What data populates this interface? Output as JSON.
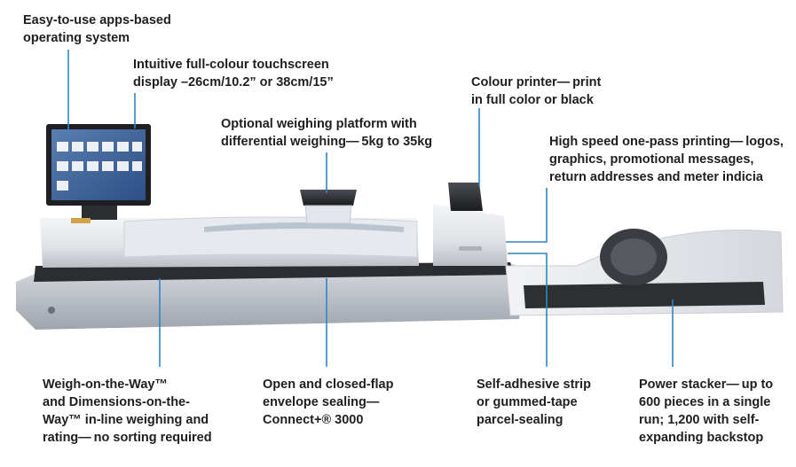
{
  "callouts": {
    "apps_os": "Easy-to-use apps-based\noperating system",
    "touchscreen": "Intuitive full-colour touchscreen\ndisplay –26cm/10.2” or 38cm/15”",
    "weighing_platform": "Optional weighing platform with\ndifferential weighing— 5kg to 35kg",
    "colour_printer": "Colour printer— print\nin full color or black",
    "high_speed": "High speed one-pass printing— logos,\ngraphics, promotional messages,\nreturn addresses and meter indicia",
    "weigh_on_way": "Weigh-on-the-Way™\nand Dimensions-on-the-\nWay™ in-line weighing and\nrating— no sorting required",
    "envelope_sealing": "Open and closed-flap\nenvelope sealing— \nConnect+® 3000",
    "parcel_sealing": "Self-adhesive strip\nor gummed-tape\nparcel-sealing",
    "power_stacker": "Power stacker— up to\n600 pieces in a single\nrun; 1,200 with self-\nexpanding backstop"
  },
  "colors": {
    "leader_line": "#2f86c6",
    "text": "#1f1f1f",
    "body_light": "#e9ebee",
    "body_mid": "#c9cdd3",
    "body_dark": "#2a2c30"
  },
  "icons": [
    "mailing-machine-illustration",
    "touchscreen-display",
    "app-tile-icon"
  ]
}
